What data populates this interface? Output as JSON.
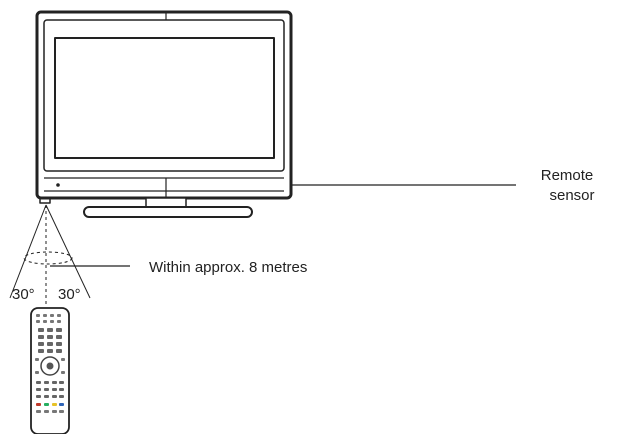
{
  "labels": {
    "remote_sensor_line1": "Remote",
    "remote_sensor_line2": "sensor",
    "distance": "Within approx. 8 metres",
    "angle_left": "30°",
    "angle_right": "30°"
  },
  "colors": {
    "line": "#222222",
    "screen_edge": "#444444",
    "button_red": "#c0392b",
    "button_green": "#27ae60",
    "button_yellow": "#e6c229",
    "button_blue": "#2e64b8"
  }
}
